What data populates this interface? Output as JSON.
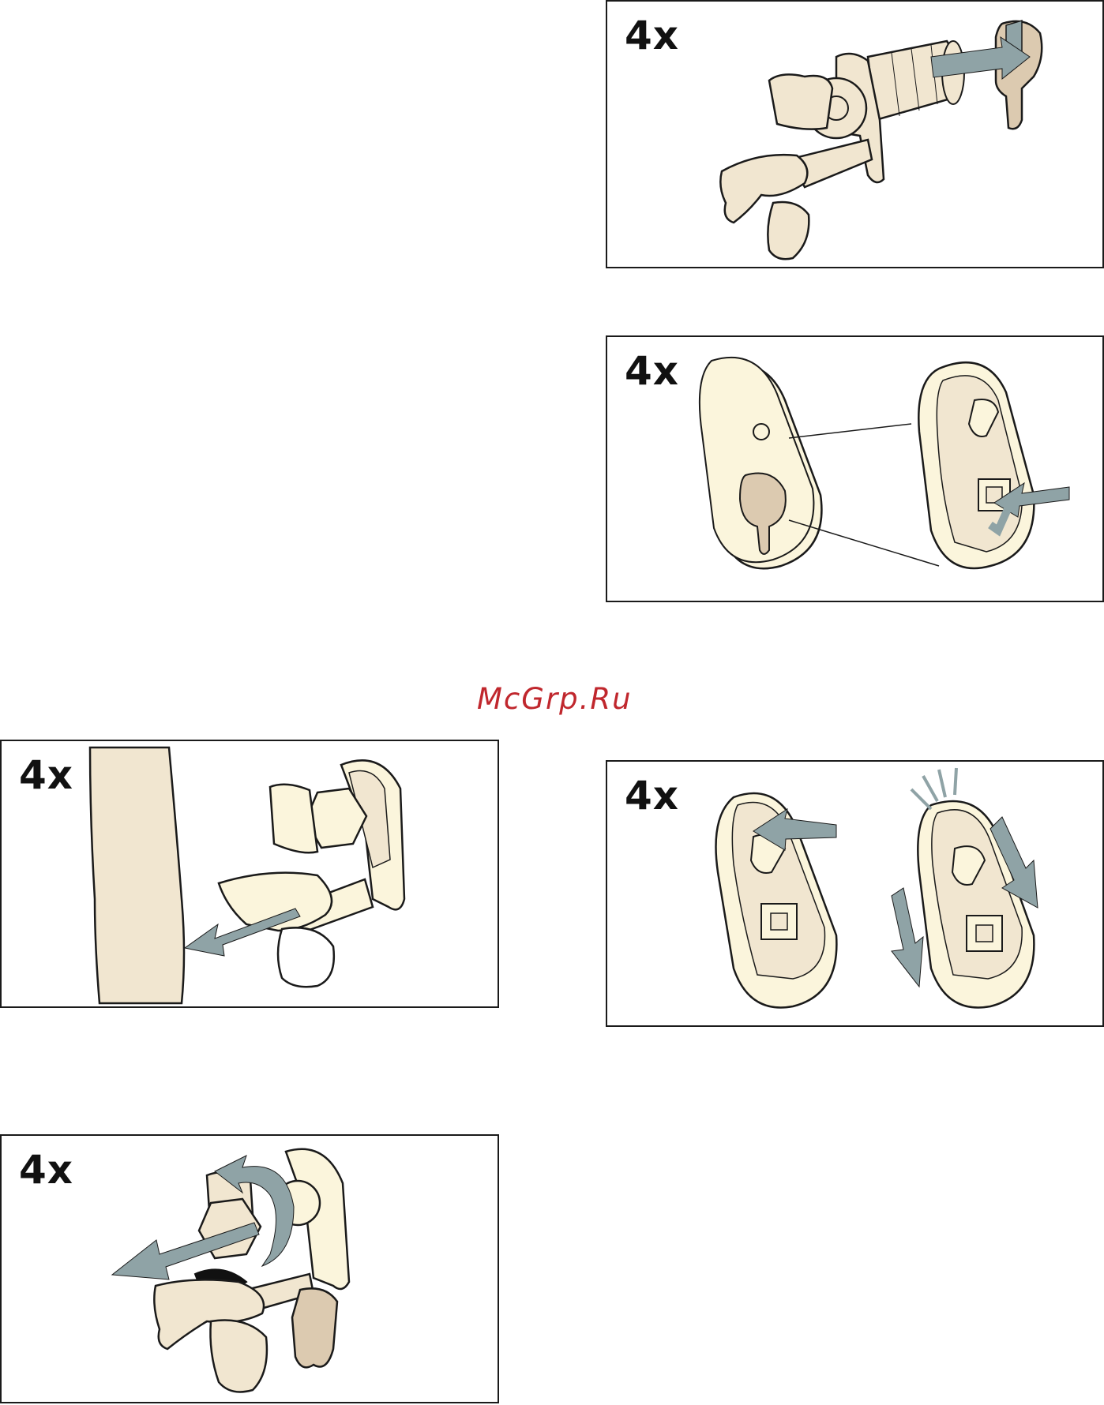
{
  "watermark": "McGrp.Ru",
  "panels": [
    {
      "count": "4x"
    },
    {
      "count": "4x"
    },
    {
      "count": "4x"
    },
    {
      "count": "4x"
    },
    {
      "count": "4x"
    }
  ],
  "colors": {
    "part_fill": "#f1e6d0",
    "cream_fill": "#fbf5dc",
    "tan_fill": "#dccab0",
    "arrow_fill": "#8fa3a6",
    "outline": "#1a1a1a",
    "watermark": "#c0272d"
  }
}
